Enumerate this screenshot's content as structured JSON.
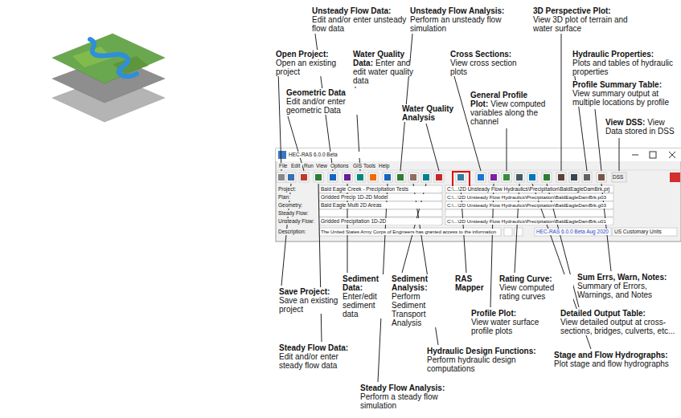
{
  "diagram": {
    "labels": [
      "Open Project:",
      "Open an existing project",
      "Geometric Data",
      "Edit and/or enter geometric Data",
      "Unsteady Flow Data:",
      "Edit and/or enter unsteady flow data",
      "Water Quality Data:",
      "Enter and edit water quality data",
      "Unsteady Flow Analysis:",
      "Perform an unsteady flow simulation",
      "Water Quality Analysis",
      "Cross Sections:",
      "View cross section plots",
      "General Profile Plot:",
      "View computed variables along the channel",
      "3D Perspective Plot:",
      "View 3D plot of terrain and water surface",
      "Hydraulic Properties:",
      "Plots and tables of hydraulic properties",
      "Profile Summary Table:",
      "View summary output at multiple locations by profile",
      "View DSS:",
      "View Data stored in DSS",
      "Save Project:",
      "Save an existing project",
      "Sediment Data:",
      "Enter/edit sediment data",
      "Sediment Analysis:",
      "Perform Sediment Transport Analysis",
      "RAS Mapper",
      "Rating Curve:",
      "View computed rating curves",
      "Sum Errs, Warn, Notes:",
      "Summary of Errors, Warnings, and Notes",
      "Profile Plot:",
      "View water surface profile plots",
      "Detailed Output Table:",
      "View detailed output at cross-sections, bridges, culverts, etc...",
      "Steady Flow Data:",
      "Edit and/or enter steady flow data",
      "Hydraulic Design Functions:",
      "Perform hydraulic design computations",
      "Stage and Flow Hydrographs:",
      "Plot stage and flow hydrographs",
      "Steady Flow Analysis:",
      "Perform a steady flow simulation",
      "HEC-RAS 6.0.0 Beta",
      "File",
      "Edit",
      "Run",
      "View",
      "Options",
      "GIS Tools",
      "Help",
      "DSS",
      "Project:",
      "Plan:",
      "Geometry:",
      "Steady Flow:",
      "Unsteady Flow:",
      "Description:",
      "Bald Eagle Creek - Precipitation Tests",
      "Gridded Precip 1D-2D Model",
      "Bald Eagle Multi 2D Areas",
      "Gridded Precipitation 1D-2D",
      "The United States Army Corps of Engineers has granted access to the information",
      "C:\\...\\2D Unsteady Flow Hydraulics\\Precipitation\\BaldEagleDamBrk.prj",
      "C:\\...\\2D Unsteady Flow Hydraulics\\Precipitation\\BaldEagleDamBrk.p03",
      "C:\\...\\2D Unsteady Flow Hydraulics\\Precipitation\\BaldEagleDamBrk.g03",
      "C:\\...\\2D Unsteady Flow Hydraulics\\Precipitation\\BaldEagleDamBrk.u01",
      "HEC-RAS 6.0.0 Beta Aug 2020",
      "US Customary Units"
    ]
  }
}
